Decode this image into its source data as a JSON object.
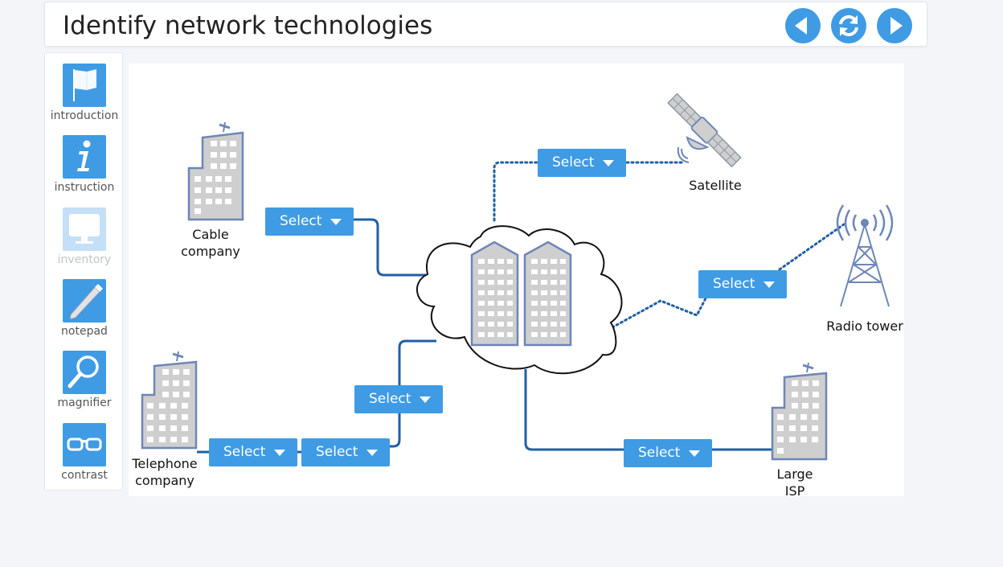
{
  "header": {
    "title": "Identify network technologies"
  },
  "nav": {
    "back_icon": "back-arrow-icon",
    "reset_icon": "refresh-icon",
    "forward_icon": "forward-arrow-icon",
    "accent": "#3f9be4"
  },
  "sidebar": {
    "items": [
      {
        "label": "introduction",
        "icon": "flag-icon",
        "enabled": true
      },
      {
        "label": "instruction",
        "icon": "info-icon",
        "enabled": true
      },
      {
        "label": "inventory",
        "icon": "monitor-icon",
        "enabled": false
      },
      {
        "label": "notepad",
        "icon": "pencil-icon",
        "enabled": true
      },
      {
        "label": "magnifier",
        "icon": "magnifier-icon",
        "enabled": true
      },
      {
        "label": "contrast",
        "icon": "glasses-icon",
        "enabled": true
      }
    ]
  },
  "diagram": {
    "nodes": {
      "cable": "Cable\ncompany",
      "telephone": "Telephone\ncompany",
      "satellite": "Satellite",
      "radio": "Radio tower",
      "isp": "Large\nISP"
    },
    "selects": {
      "cable_link": "Select",
      "satellite_link": "Select",
      "radio_link": "Select",
      "phone_link_upper": "Select",
      "phone_link_a": "Select",
      "phone_link_b": "Select",
      "isp_link": "Select"
    },
    "colors": {
      "solid_line": "#1f5fa6",
      "dotted_line": "#1f5fa6",
      "building_fill": "#cfcfcf",
      "building_stroke": "#6d86b8"
    }
  }
}
